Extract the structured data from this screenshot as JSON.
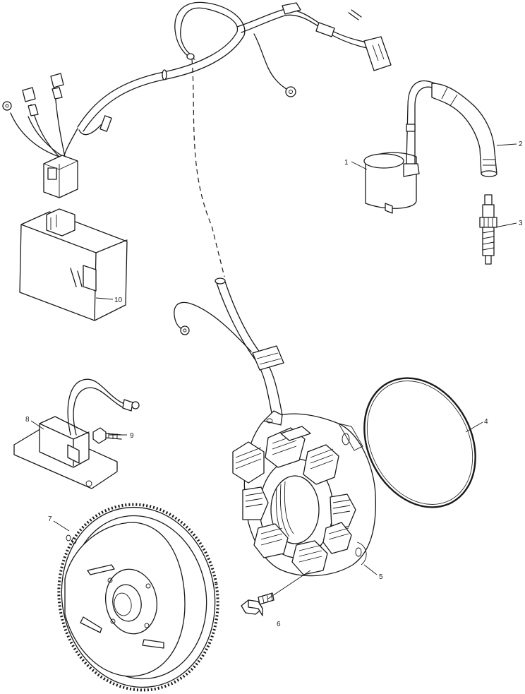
{
  "callouts": [
    {
      "id": "1",
      "label": "1",
      "part": "ignition-coil"
    },
    {
      "id": "2",
      "label": "2",
      "part": "spark-plug-cap"
    },
    {
      "id": "3",
      "label": "3",
      "part": "spark-plug"
    },
    {
      "id": "4",
      "label": "4",
      "part": "o-ring"
    },
    {
      "id": "5",
      "label": "5",
      "part": "stator"
    },
    {
      "id": "6",
      "label": "6",
      "part": "stator-bolt"
    },
    {
      "id": "7",
      "label": "7",
      "part": "flywheel"
    },
    {
      "id": "8",
      "label": "8",
      "part": "regulator"
    },
    {
      "id": "9",
      "label": "9",
      "part": "regulator-screw"
    },
    {
      "id": "10",
      "label": "10",
      "part": "cdi-box"
    }
  ],
  "colors": {
    "line": "#1a1a1a",
    "background": "#ffffff"
  }
}
